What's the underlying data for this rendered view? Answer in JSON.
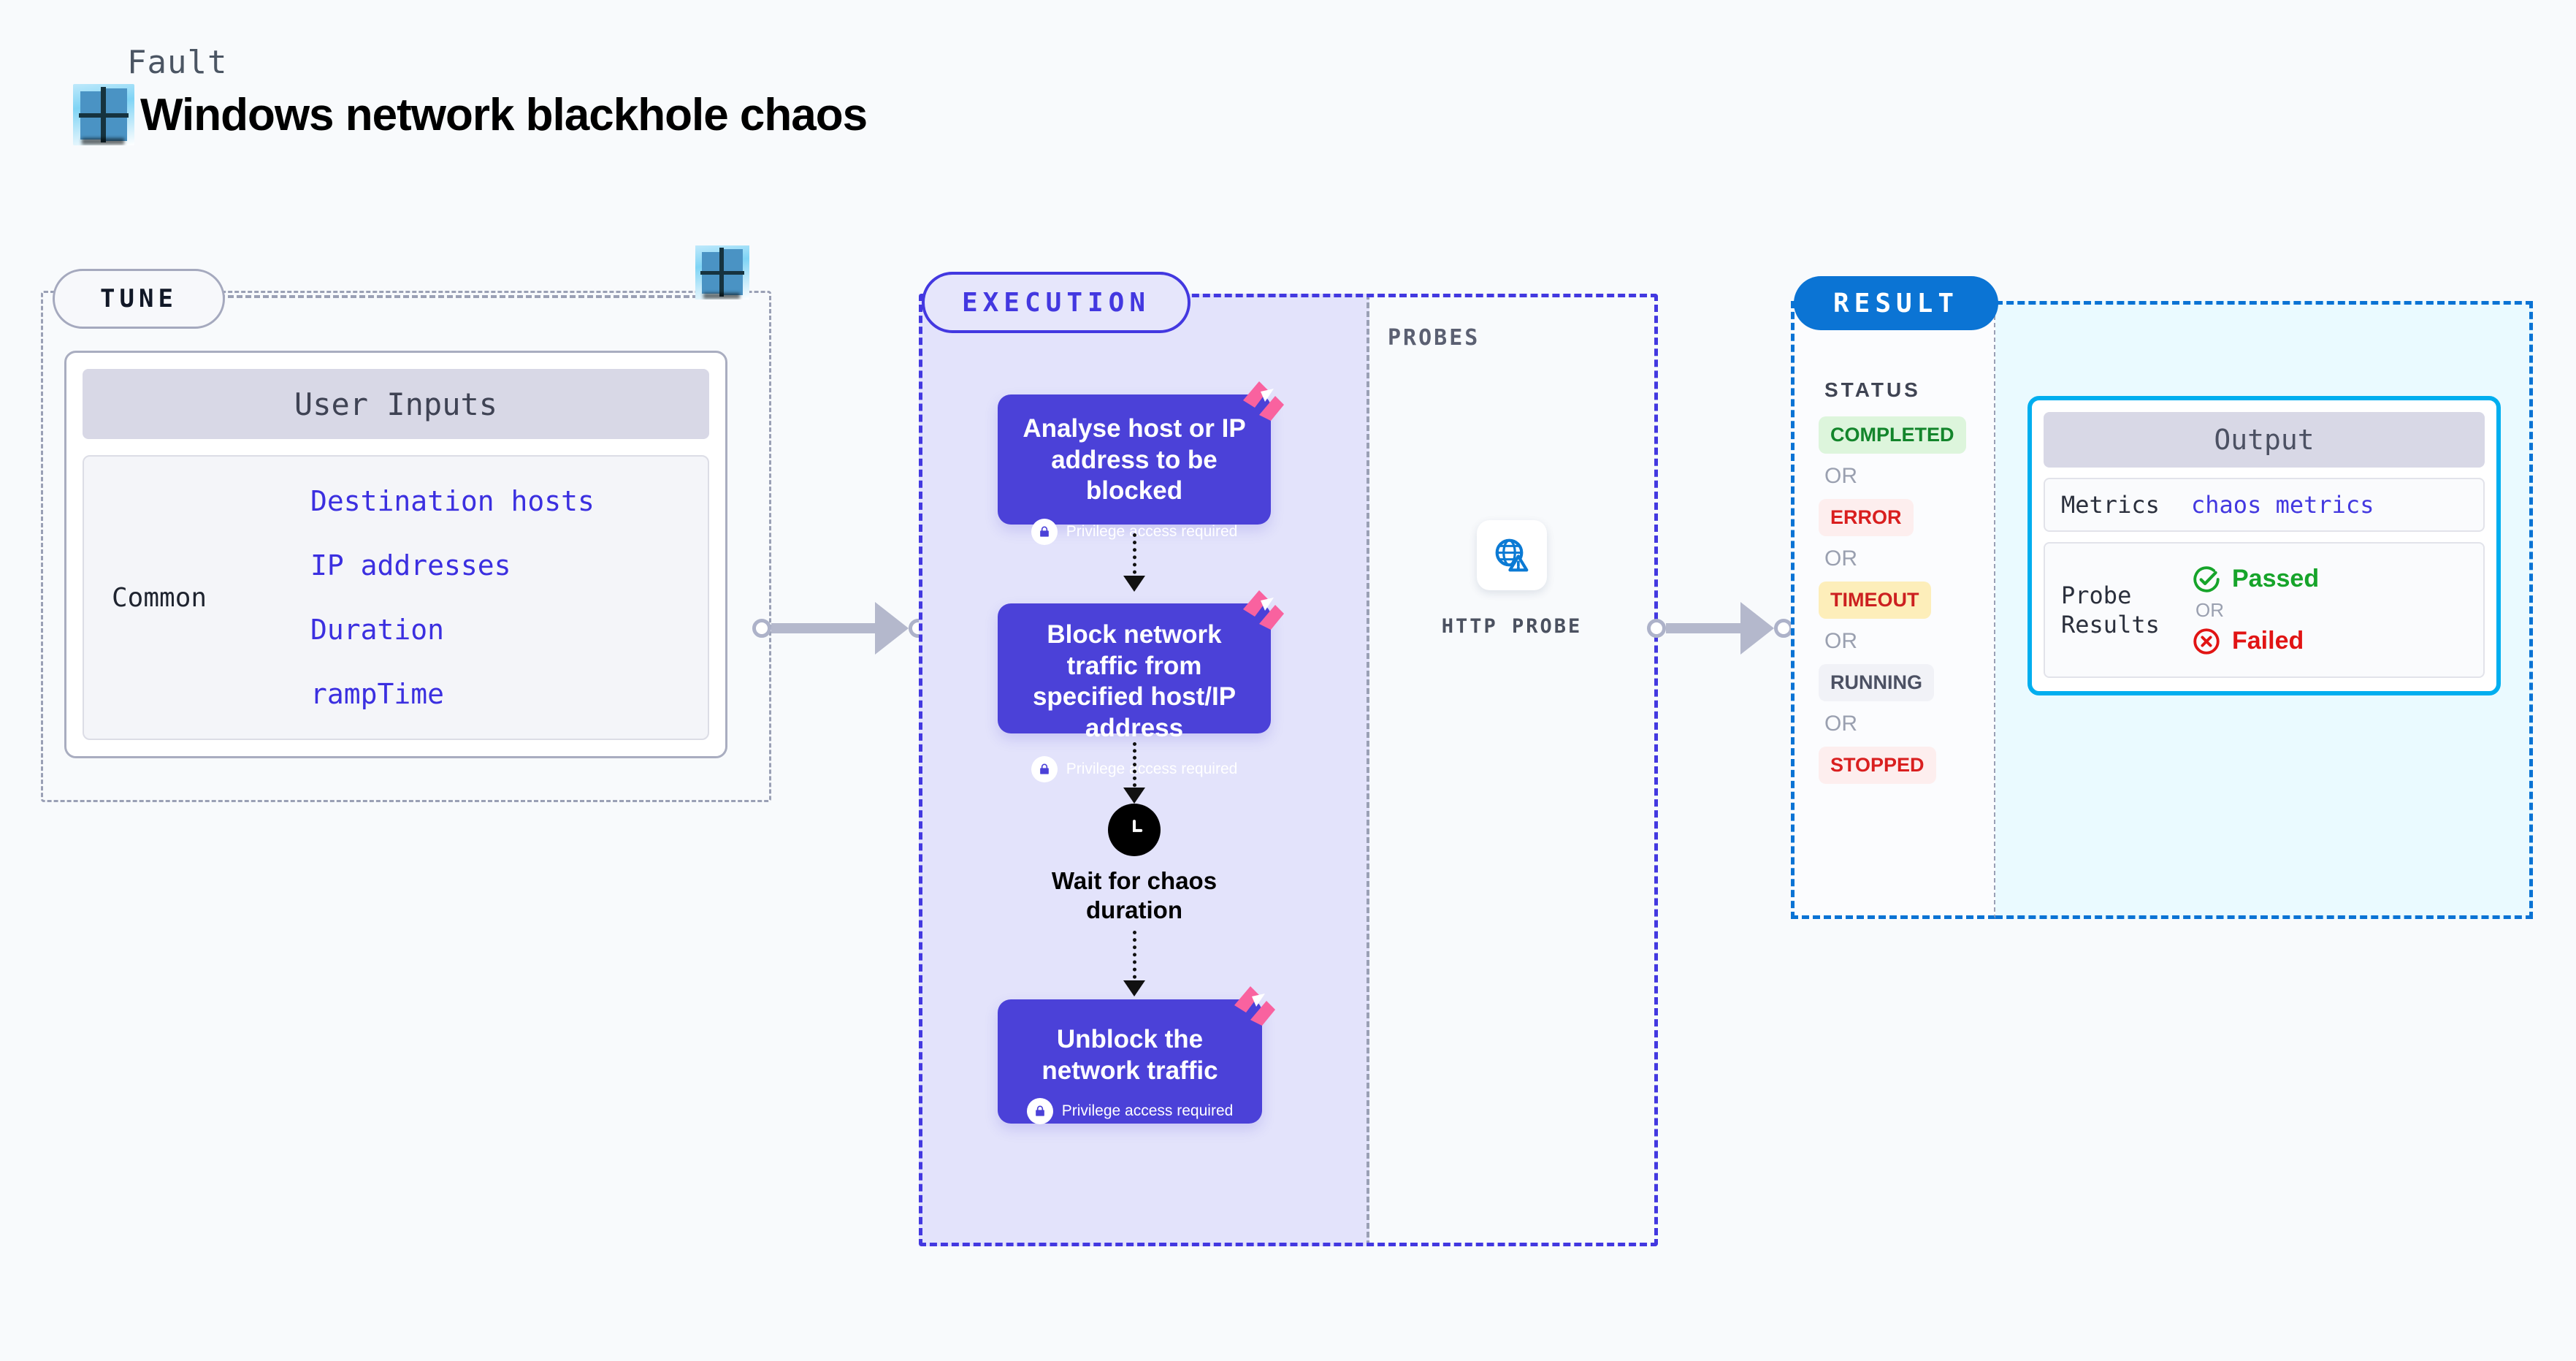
{
  "header": {
    "kicker": "Fault",
    "title": "Windows network blackhole chaos",
    "logo_icon": "windows-logo-icon"
  },
  "tune": {
    "badge": "TUNE",
    "logo_icon": "windows-logo-icon",
    "card": {
      "header": "User Inputs",
      "group_label": "Common",
      "inputs": [
        "Destination hosts",
        "IP addresses",
        "Duration",
        "rampTime"
      ]
    }
  },
  "execution": {
    "badge": "EXECUTION",
    "steps": [
      {
        "title": "Analyse host or IP address to be blocked",
        "privilege": "Privilege access required",
        "lock_icon": "lock-icon",
        "ribbon_icon": "chaos-ribbon-icon"
      },
      {
        "title": "Block network traffic from specified host/IP address",
        "privilege": "Privilege access required",
        "lock_icon": "lock-icon",
        "ribbon_icon": "chaos-ribbon-icon"
      },
      {
        "title": "Unblock the network traffic",
        "privilege": "Privilege access required",
        "lock_icon": "lock-icon",
        "ribbon_icon": "chaos-ribbon-icon"
      }
    ],
    "wait": {
      "label": "Wait for chaos duration",
      "icon": "clock-icon"
    }
  },
  "probes": {
    "label": "PROBES",
    "items": [
      {
        "name": "HTTP PROBE",
        "icon": "globe-warning-icon"
      }
    ]
  },
  "result": {
    "badge": "RESULT",
    "status_title": "STATUS",
    "or_text": "OR",
    "statuses": [
      {
        "label": "COMPLETED",
        "bg": "#ddf5dc",
        "fg": "#13852b"
      },
      {
        "label": "ERROR",
        "bg": "#fdeeee",
        "fg": "#d91f1f"
      },
      {
        "label": "TIMEOUT",
        "bg": "#fdeeba",
        "fg": "#cc2020"
      },
      {
        "label": "RUNNING",
        "bg": "#f1f2f7",
        "fg": "#4c5163"
      },
      {
        "label": "STOPPED",
        "bg": "#fdeeee",
        "fg": "#d91f1f"
      }
    ],
    "output": {
      "header": "Output",
      "metrics_label": "Metrics",
      "metrics_value": "chaos metrics",
      "probe_results_label": "Probe Results",
      "passed": "Passed",
      "failed": "Failed",
      "or_text": "OR",
      "passed_icon": "check-circle-icon",
      "failed_icon": "x-circle-icon"
    }
  },
  "colors": {
    "indigo": "#4338e0",
    "step_card": "#4b41d8",
    "result_blue": "#0b74d4",
    "cyan": "#00aeef",
    "pink": "#f9629f"
  }
}
